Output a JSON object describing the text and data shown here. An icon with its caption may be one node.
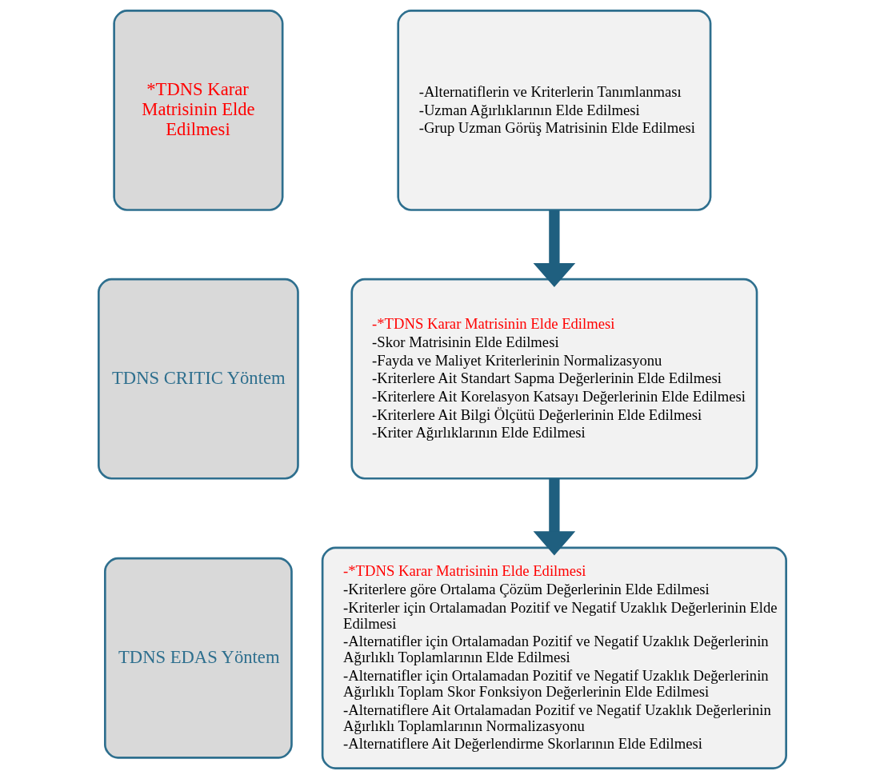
{
  "diagram": {
    "nodes": [
      {
        "text": [
          "*TDNS Karar Matrisinin Elde Edilmesi"
        ]
      },
      {
        "text": [
          "-Alternatiflerin ve Kriterlerin Tanımlanması",
          "-Uzman Ağırlıklarının Elde Edilmesi",
          "-Grup Uzman Görüş Matrisinin Elde Edilmesi"
        ]
      },
      {
        "text": [
          "TDNS CRITIC Yöntem"
        ]
      },
      {
        "text": [
          "-*TDNS Karar Matrisinin Elde Edilmesi",
          "-Skor Matrisinin Elde Edilmesi",
          "-Fayda ve Maliyet Kriterlerinin Normalizasyonu",
          "-Kriterlere Ait Standart Sapma Değerlerinin Elde Edilmesi",
          "-Kriterlere Ait Korelasyon Katsayı Değerlerinin Elde Edilmesi",
          "-Kriterlere Ait Bilgi Ölçütü Değerlerinin Elde Edilmesi",
          "-Kriter Ağırlıklarının Elde Edilmesi"
        ]
      },
      {
        "text": [
          "TDNS EDAS Yöntem"
        ]
      },
      {
        "text": [
          "-*TDNS Karar Matrisinin Elde Edilmesi",
          "-Kriterlere göre Ortalama Çözüm Değerlerinin Elde Edilmesi",
          "-Kriterler için Ortalamadan Pozitif ve Negatif Uzaklık Değerlerinin Elde Edilmesi",
          "-Alternatifler için Ortalamadan Pozitif ve Negatif Uzaklık Değerlerinin Ağırlıklı Toplamlarının Elde Edilmesi",
          "-Alternatifler için Ortalamadan Pozitif ve Negatif Uzaklık Değerlerinin Ağırlıklı Toplam Skor Fonksiyon Değerlerinin Elde Edilmesi",
          "-Alternatiflere Ait Ortalamadan Pozitif ve Negatif Uzaklık Değerlerinin Ağırlıklı Toplamlarının Normalizasyonu",
          "-Alternatiflere Ait Değerlendirme Skorlarının Elde Edilmesi"
        ]
      }
    ],
    "edges": [
      {
        "from": 1,
        "to": 3,
        "arrow": "to"
      },
      {
        "from": 3,
        "to": 5,
        "arrow": "to"
      }
    ]
  }
}
